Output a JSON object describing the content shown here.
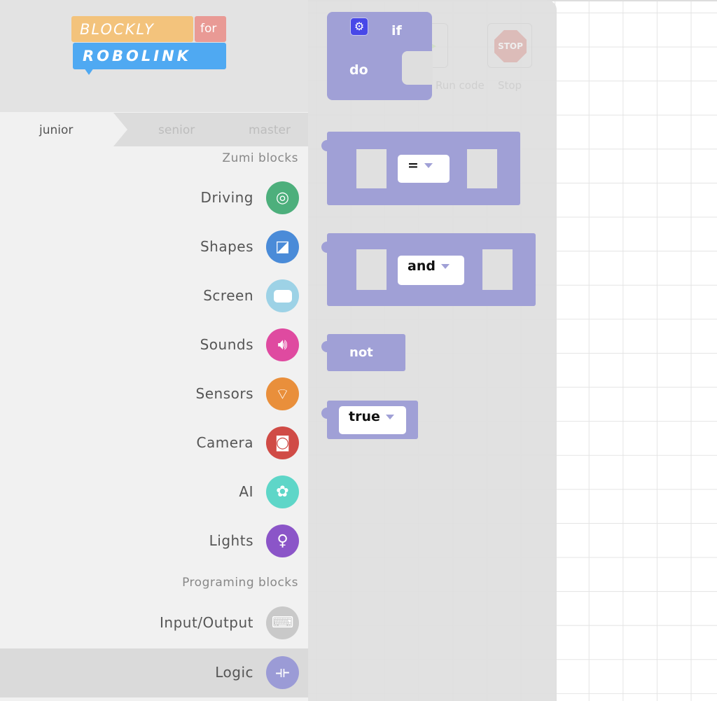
{
  "logo": {
    "line1": "BLOCKLY",
    "for": "for",
    "line2": "ROBOLINK"
  },
  "tabs": [
    {
      "label": "junior",
      "active": true
    },
    {
      "label": "senior"
    },
    {
      "label": "master"
    }
  ],
  "sections": {
    "zumi": "Zumi blocks",
    "programming": "Programing blocks"
  },
  "categories": [
    {
      "label": "Driving",
      "icon": "steering-wheel-icon",
      "color": "#4daf7c"
    },
    {
      "label": "Shapes",
      "icon": "shapes-icon",
      "color": "#4a8bd8"
    },
    {
      "label": "Screen",
      "icon": "screen-icon",
      "color": "#9dd2e6"
    },
    {
      "label": "Sounds",
      "icon": "speaker-icon",
      "color": "#df4aa0"
    },
    {
      "label": "Sensors",
      "icon": "sensor-icon",
      "color": "#e98f3b"
    },
    {
      "label": "Camera",
      "icon": "camera-icon",
      "color": "#d04b46"
    },
    {
      "label": "AI",
      "icon": "brain-icon",
      "color": "#5ed6c8"
    },
    {
      "label": "Lights",
      "icon": "lightbulb-icon",
      "color": "#8b55c8"
    },
    {
      "label": "Input/Output",
      "icon": "keyboard-icon",
      "color": "#c9c9c9"
    },
    {
      "label": "Logic",
      "icon": "logic-icon",
      "color": "#9b9bd6",
      "selected": true
    }
  ],
  "toolbar": {
    "run": "Run code",
    "stop": "Stop",
    "stop_sign": "STOP"
  },
  "blocks": {
    "if": "if",
    "do": "do",
    "compare_op": "=",
    "bool_op": "and",
    "not": "not",
    "bool_value": "true"
  }
}
